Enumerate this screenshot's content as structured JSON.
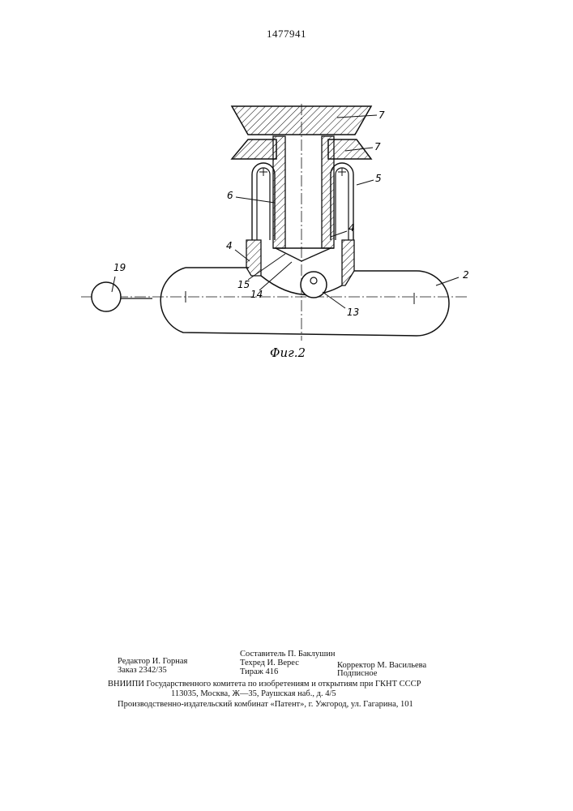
{
  "document": {
    "patent_number": "1477941",
    "figure_caption": "Фиг.2",
    "reference_numerals": {
      "n7_top": "7",
      "n7_second": "7",
      "n5": "5",
      "n6": "6",
      "n4_left": "4",
      "n4_right": "4",
      "n15": "15",
      "n14": "14",
      "n13": "13",
      "n2": "2",
      "n19": "19"
    }
  },
  "imprint": {
    "compiler": "Составитель П. Баклушин",
    "editor": "Редактор И. Горная",
    "techred": "Техред И. Верес",
    "corrector": "Корректор М. Васильева",
    "order": "Заказ 2342/35",
    "circulation": "Тираж 416",
    "subscription": "Подписное",
    "institute": "ВНИИПИ Государственного комитета по изобретениям и открытиям при ГКНТ СССР",
    "address": "113035, Москва, Ж—35, Раушская наб., д. 4/5",
    "publisher": "Производственно-издательский комбинат «Патент», г. Ужгород, ул. Гагарина, 101"
  }
}
